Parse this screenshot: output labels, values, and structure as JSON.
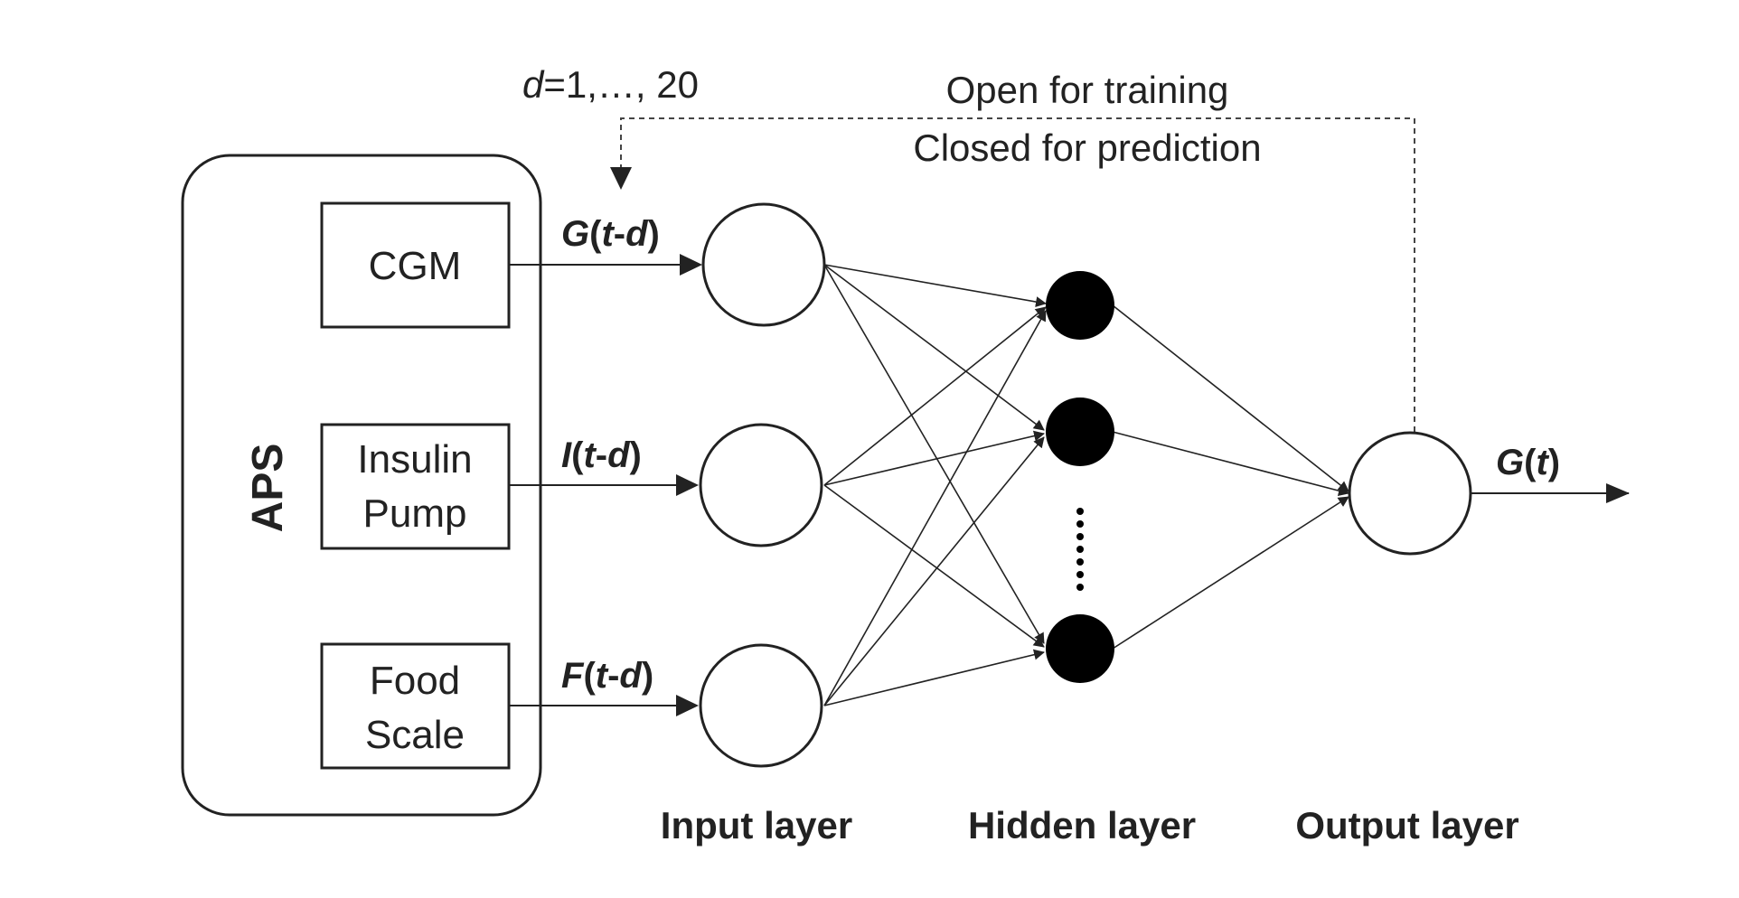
{
  "delay_label": {
    "var": "d",
    "rest": "=1,…, 20"
  },
  "feedback": {
    "line1": "Open for training",
    "line2": "Closed for prediction"
  },
  "aps": {
    "label": "APS",
    "devices": [
      {
        "lines": [
          "CGM"
        ]
      },
      {
        "lines": [
          "Insulin",
          "Pump"
        ]
      },
      {
        "lines": [
          "Food",
          "Scale"
        ]
      }
    ]
  },
  "signals": [
    {
      "letter": "G",
      "open": "(",
      "t": "t",
      "dash": "-",
      "d": "d",
      "close": ")"
    },
    {
      "letter": "I",
      "open": "(",
      "t": "t",
      "dash": "-",
      "d": "d",
      "close": ")"
    },
    {
      "letter": "F",
      "open": "(",
      "t": "t",
      "dash": "-",
      "d": "d",
      "close": ")"
    }
  ],
  "output_signal": {
    "letter": "G",
    "open": "(",
    "t": "t",
    "close": ")"
  },
  "layers": {
    "input": "Input layer",
    "hidden": "Hidden layer",
    "output": "Output layer"
  },
  "colors": {
    "line": "#222222",
    "hidden_node": "#000000",
    "node_fill": "#ffffff"
  }
}
